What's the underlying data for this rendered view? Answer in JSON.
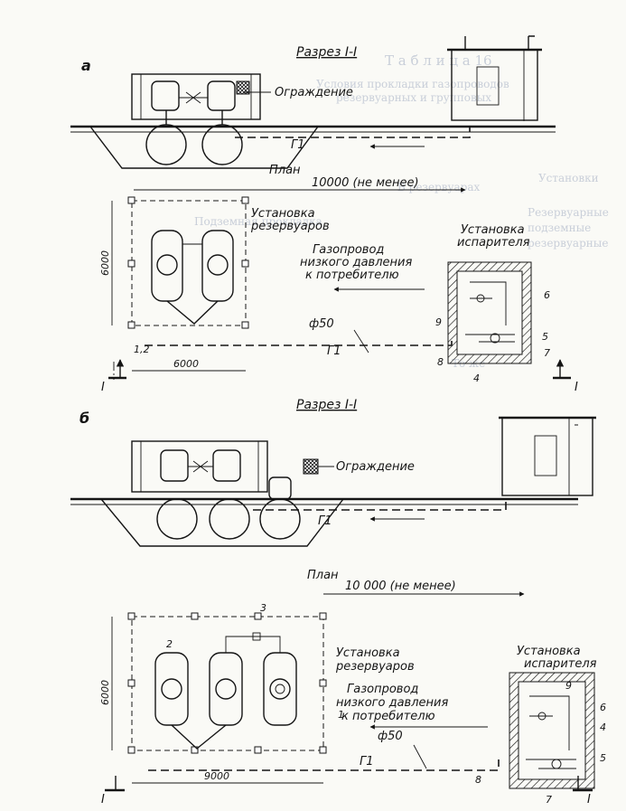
{
  "panel_a": {
    "letter": "a",
    "section_title": "Разрез I-I",
    "plan_title": "План",
    "fence_label": "Ограждение",
    "pipe_label": "Г1",
    "distance": "10000 (не менее)",
    "tank_install": "Установка резервуаров",
    "tank_install_l1": "Установка",
    "tank_install_l2": "резервуаров",
    "gas_line_l1": "Газопровод",
    "gas_line_l2": "низкого давления",
    "gas_line_l3": "к потребителю",
    "evap_l1": "Установка",
    "evap_l2": "испарителя",
    "dim_height": "6000",
    "dim_width": "6000",
    "diameter": "ф50",
    "section_mark": "I",
    "callouts": [
      "1,2",
      "9",
      "6",
      "8",
      "4",
      "5",
      "7"
    ]
  },
  "panel_b": {
    "letter": "б",
    "section_title": "Разрез I-I",
    "plan_title": "План",
    "fence_label": "Ограждение",
    "pipe_label": "Г1",
    "distance": "10 000 (не менее)",
    "tank_install_l1": "Установка",
    "tank_install_l2": "резервуаров",
    "gas_line_l1": "Газопровод",
    "gas_line_l2": "низкого давления",
    "gas_line_l3": "к потребителю",
    "evap_l1": "Установка",
    "evap_l2": "испарителя",
    "dim_height": "6000",
    "dim_width": "9000",
    "diameter": "ф50",
    "section_mark": "I",
    "callouts": [
      "2",
      "3",
      "1",
      "9",
      "6",
      "4",
      "5",
      "8",
      "7"
    ]
  },
  "bleed_through": {
    "table_title": "Т а б л и ц а 16",
    "line_1": "Условия прокладки газопроводов",
    "line_2": "резервуарных и групповых",
    "col_1": "Установки",
    "col_2": "В резервуарах",
    "row_1": "Резервуарные",
    "row_2": "подземные",
    "row_3": "резервуарные",
    "cell_1": "Подземная прокладка",
    "cell_2": "То же"
  }
}
